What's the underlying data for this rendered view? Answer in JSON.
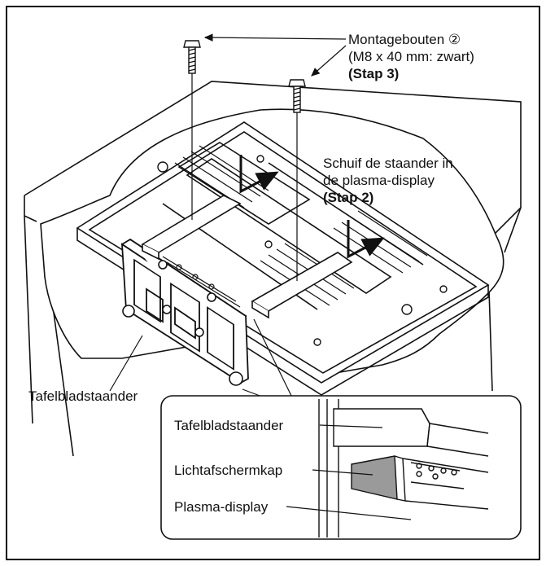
{
  "labels": {
    "bolts": {
      "line1": "Montagebouten ②",
      "line2": "(M8 x 40 mm: zwart)",
      "line3": "(Stap 3)"
    },
    "slide": {
      "line1": "Schuif de staander in",
      "line2": "de plasma-display",
      "line3": "(Stap 2)"
    },
    "stand": "Tafelbladstaander",
    "inset": {
      "stand": "Tafelbladstaander",
      "cap": "Lichtafschermkap",
      "display": "Plasma-display"
    }
  },
  "colors": {
    "line": "#111111",
    "cap_fill": "#9a9a9a",
    "shade": "#cccccc"
  }
}
